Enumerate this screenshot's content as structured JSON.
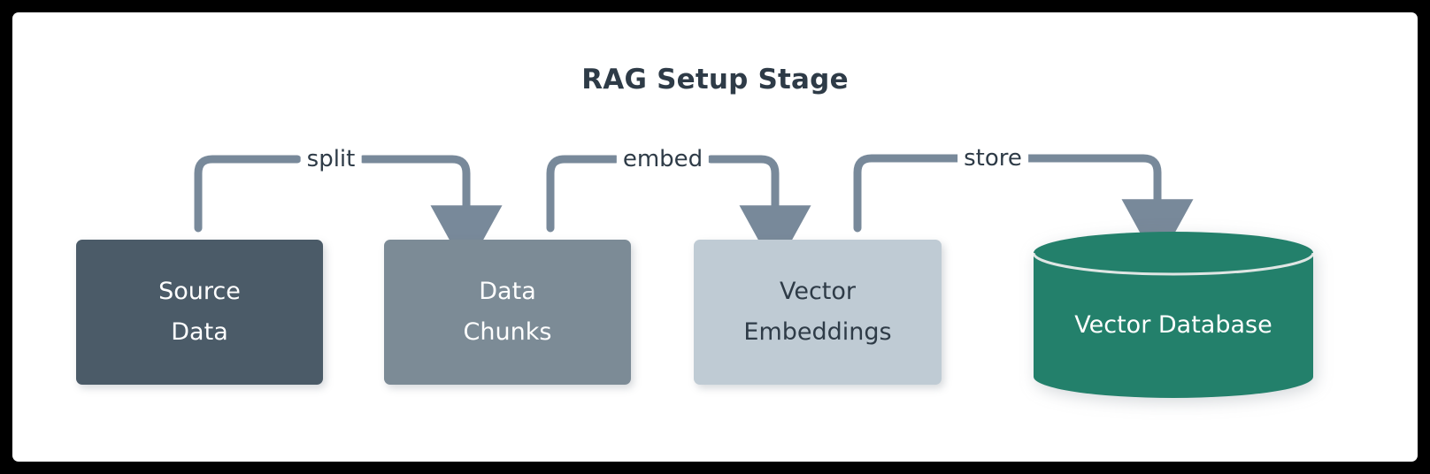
{
  "diagram": {
    "title": "RAG Setup Stage",
    "frame_border_color": "#000000",
    "canvas_color": "#ffffff",
    "title_color": "#2e3b47",
    "connector_color": "#78899a",
    "nodes": [
      {
        "id": "source-data",
        "label_line1": "Source",
        "label_line2": "Data",
        "fill": "#4b5b68",
        "text_color": "#ffffff",
        "shape": "rounded-rect"
      },
      {
        "id": "data-chunks",
        "label_line1": "Data",
        "label_line2": "Chunks",
        "fill": "#7c8b96",
        "text_color": "#ffffff",
        "shape": "rounded-rect"
      },
      {
        "id": "vector-embeddings",
        "label_line1": "Vector",
        "label_line2": "Embeddings",
        "fill": "#bfcbd4",
        "text_color": "#2e3b47",
        "shape": "rounded-rect"
      },
      {
        "id": "vector-database",
        "label_line1": "Vector Database",
        "label_line2": "",
        "fill": "#23806b",
        "text_color": "#ffffff",
        "shape": "cylinder"
      }
    ],
    "edges": [
      {
        "id": "split",
        "label": "split",
        "from": "source-data",
        "to": "data-chunks"
      },
      {
        "id": "embed",
        "label": "embed",
        "from": "data-chunks",
        "to": "vector-embeddings"
      },
      {
        "id": "store",
        "label": "store",
        "from": "vector-embeddings",
        "to": "vector-database"
      }
    ]
  }
}
